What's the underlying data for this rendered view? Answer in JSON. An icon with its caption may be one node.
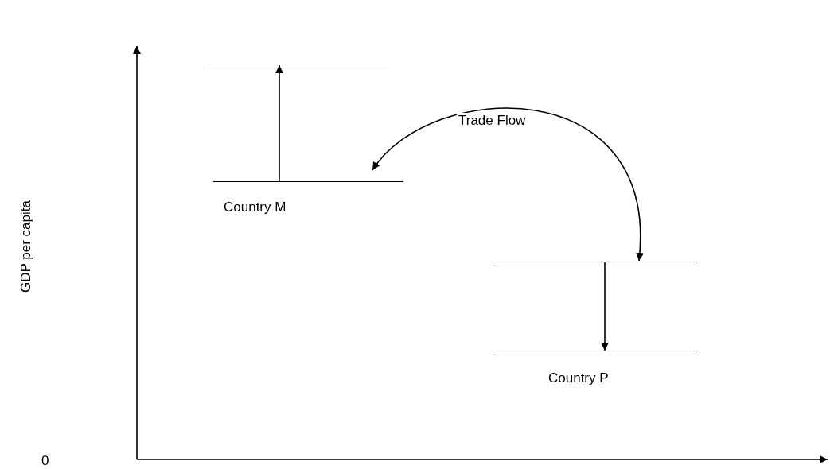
{
  "diagram": {
    "nodes": [
      {
        "text": [],
        "shape": "bar"
      },
      {
        "text": [
          "Country M"
        ]
      },
      {
        "text": [],
        "shape": "bar"
      },
      {
        "text": [
          "Country P"
        ]
      }
    ],
    "edges": [
      {
        "from": 1,
        "to": 0,
        "arrow": "to"
      },
      {
        "from": 2,
        "to": 3,
        "arrow": "to"
      },
      {
        "from": 1,
        "to": 2,
        "arrow": "both",
        "label": "Trade Flow"
      }
    ],
    "labels": [
      "GDP per capita",
      "0"
    ]
  }
}
